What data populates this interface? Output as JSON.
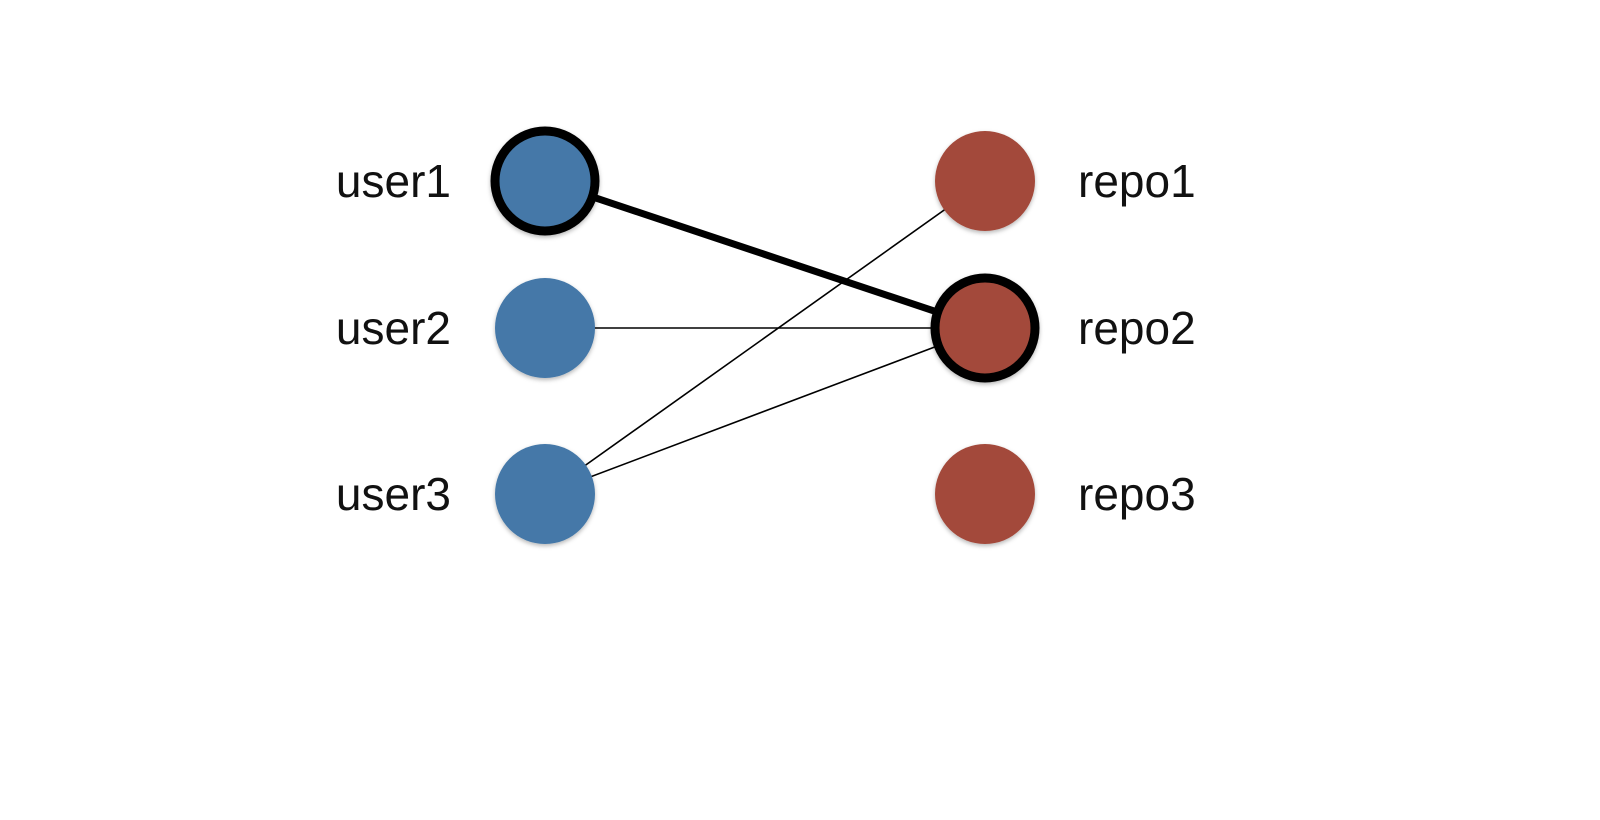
{
  "colors": {
    "user_fill": "#4478A8",
    "repo_fill": "#A3493A",
    "edge": "#000000",
    "highlight_stroke": "#000000",
    "background": "#ffffff"
  },
  "users": [
    {
      "id": "user1",
      "label": "user1",
      "highlighted": true
    },
    {
      "id": "user2",
      "label": "user2",
      "highlighted": false
    },
    {
      "id": "user3",
      "label": "user3",
      "highlighted": false
    }
  ],
  "repos": [
    {
      "id": "repo1",
      "label": "repo1",
      "highlighted": false
    },
    {
      "id": "repo2",
      "label": "repo2",
      "highlighted": true
    },
    {
      "id": "repo3",
      "label": "repo3",
      "highlighted": false
    }
  ],
  "edges": [
    {
      "from": "user1",
      "to": "repo2",
      "highlighted": true
    },
    {
      "from": "user2",
      "to": "repo2",
      "highlighted": false
    },
    {
      "from": "user3",
      "to": "repo1",
      "highlighted": false
    },
    {
      "from": "user3",
      "to": "repo2",
      "highlighted": false
    }
  ]
}
